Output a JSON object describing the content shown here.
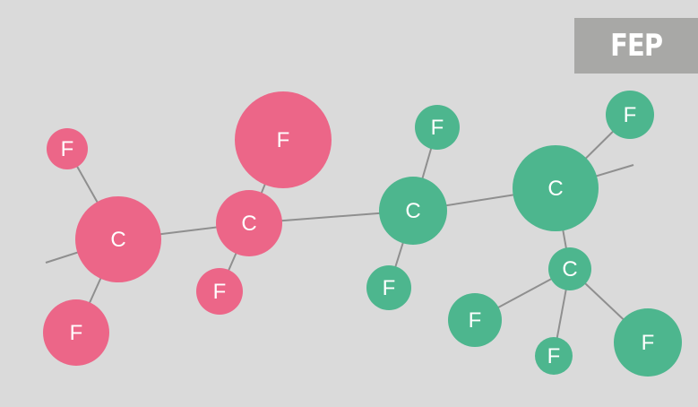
{
  "badge": "FEP",
  "colors": {
    "group_a": "#ec6688",
    "group_b": "#4db68e",
    "bond": "#8f8f8f",
    "label": "#ffffff"
  },
  "atoms": [
    {
      "label": "F",
      "group": "a"
    },
    {
      "label": "C",
      "group": "a"
    },
    {
      "label": "F",
      "group": "a"
    },
    {
      "label": "C",
      "group": "a"
    },
    {
      "label": "F",
      "group": "a"
    },
    {
      "label": "F",
      "group": "a"
    },
    {
      "label": "C",
      "group": "b"
    },
    {
      "label": "F",
      "group": "b"
    },
    {
      "label": "F",
      "group": "b"
    },
    {
      "label": "C",
      "group": "b"
    },
    {
      "label": "F",
      "group": "b"
    },
    {
      "label": "C",
      "group": "b"
    },
    {
      "label": "F",
      "group": "b"
    },
    {
      "label": "F",
      "group": "b"
    },
    {
      "label": "F",
      "group": "b"
    }
  ],
  "bonds": [
    [
      0,
      1
    ],
    [
      1,
      2
    ],
    [
      1,
      3
    ],
    [
      3,
      4
    ],
    [
      3,
      5
    ],
    [
      3,
      6
    ],
    [
      6,
      7
    ],
    [
      6,
      8
    ],
    [
      6,
      9
    ],
    [
      9,
      10
    ],
    [
      9,
      11
    ],
    [
      11,
      12
    ],
    [
      11,
      13
    ],
    [
      11,
      14
    ]
  ]
}
